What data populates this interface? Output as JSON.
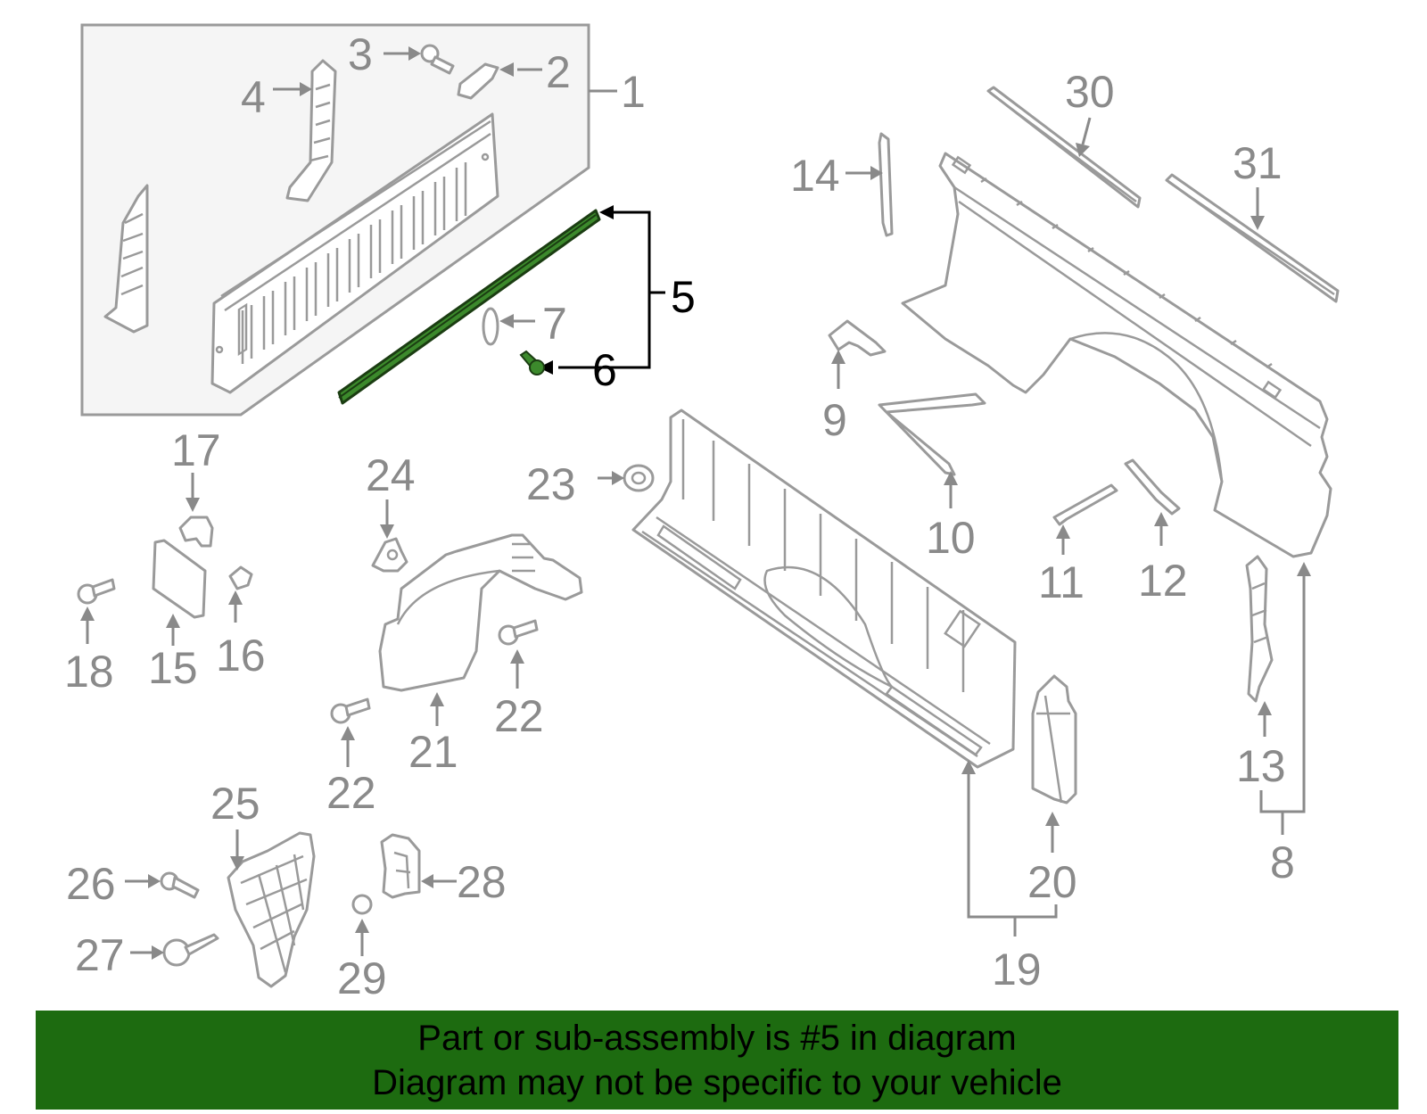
{
  "callouts": {
    "c1": "1",
    "c2": "2",
    "c3": "3",
    "c4": "4",
    "c5": "5",
    "c6": "6",
    "c7": "7",
    "c8": "8",
    "c9": "9",
    "c10": "10",
    "c11": "11",
    "c12": "12",
    "c13": "13",
    "c14": "14",
    "c15": "15",
    "c16": "16",
    "c17": "17",
    "c18": "18",
    "c19": "19",
    "c20": "20",
    "c21": "21",
    "c22a": "22",
    "c22b": "22",
    "c23": "23",
    "c24": "24",
    "c25": "25",
    "c26": "26",
    "c27": "27",
    "c28": "28",
    "c29": "29",
    "c30": "30",
    "c31": "31"
  },
  "highlight": {
    "part": "5",
    "color": "#3c8a2c"
  },
  "banner": {
    "line1": "Part or sub-assembly is #5 in diagram",
    "line2": "Diagram may not be specific to your vehicle",
    "background": "#1d6b10"
  }
}
